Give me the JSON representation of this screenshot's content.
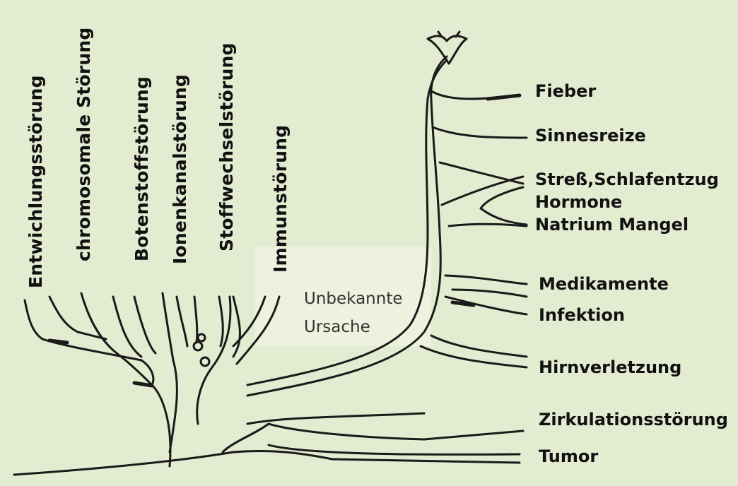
{
  "left_causes": [
    "Entwichlungsstörung",
    "chromosomale Störung",
    "Botenstoffstörung",
    "Ionenkanalstörung",
    "Stoffwechselstörung",
    "Immunstörung"
  ],
  "middle_label": [
    "Unbekannte",
    "Ursache"
  ],
  "right_causes": [
    "Fieber",
    "Sinnesreize",
    "Streß,Schlafentzug",
    "Hormone",
    "Natrium Mangel",
    "Medikamente",
    "Infektion",
    "Hirnverletzung",
    "Zirkulationsstörung",
    "Tumor"
  ],
  "colors": {
    "background": "#e3ebd0",
    "ink": "#1a1a1a",
    "label_box": "#edf2df"
  }
}
